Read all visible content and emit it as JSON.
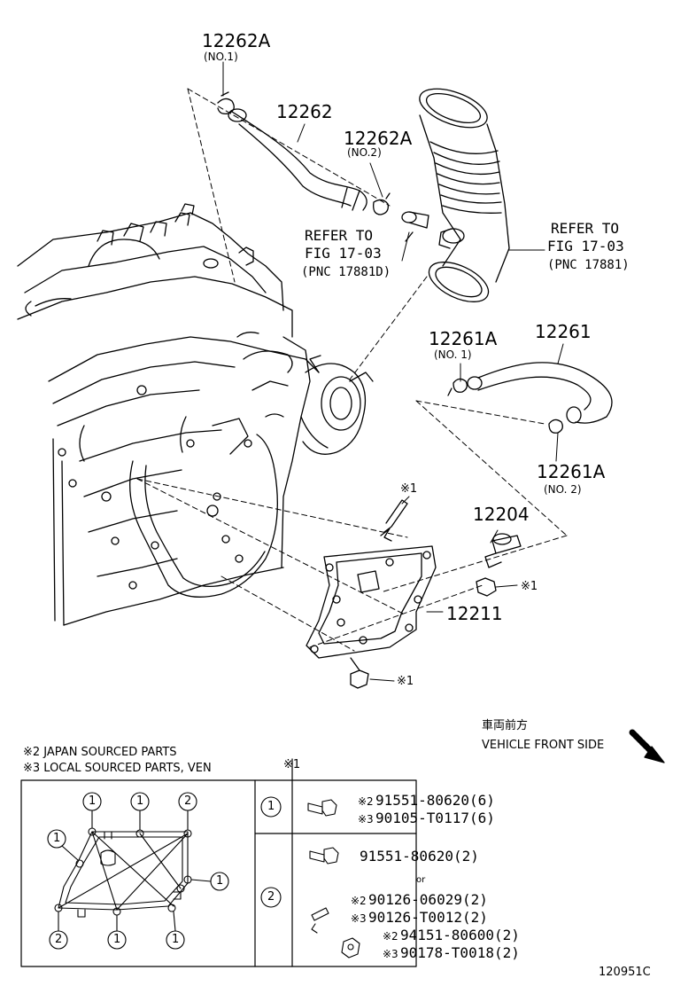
{
  "labels": {
    "p12262A_top": "12262A",
    "p12262A_top_sub": "(NO.1)",
    "p12262": "12262",
    "p12262A_mid": "12262A",
    "p12262A_mid_sub": "(NO.2)",
    "refer_left_1": "REFER TO",
    "refer_left_2": "FIG 17-03",
    "refer_left_3": "(PNC 17881D)",
    "refer_right_1": "REFER TO",
    "refer_right_2": "FIG 17-03",
    "refer_right_3": "(PNC 17881)",
    "p12261A_top": "12261A",
    "p12261A_top_sub": "(NO. 1)",
    "p12261": "12261",
    "p12261A_bot": "12261A",
    "p12261A_bot_sub": "(NO. 2)",
    "star1_stud": "※1",
    "p12204": "12204",
    "star1_nut": "※1",
    "p12211": "12211",
    "star1_bolt": "※1",
    "front_jp": "車両前方",
    "front_en": "VEHICLE FRONT SIDE",
    "note2": "※2 JAPAN SOURCED PARTS",
    "note3": "※3 LOCAL SOURCED PARTS, VEN",
    "table_star": "※1",
    "diagram_code": "120951C"
  },
  "table": {
    "row1_circle": "1",
    "row1_line1_mark": "※2",
    "row1_line1": "91551-80620(6)",
    "row1_line2_mark": "※3",
    "row1_line2": "90105-T0117(6)",
    "row2_circle": "2",
    "row2_line1": "91551-80620(2)",
    "row2_or": "or",
    "row2_line2_mark": "※2",
    "row2_line2": "90126-06029(2)",
    "row2_line3_mark": "※3",
    "row2_line3": "90126-T0012(2)",
    "row2_line4_mark": "※2",
    "row2_line4": "94151-80600(2)",
    "row2_line5_mark": "※3",
    "row2_line5": "90178-T0018(2)"
  },
  "gasket_callouts": {
    "c_top1": "1",
    "c_top2": "1",
    "c_top3": "2",
    "c_left": "1",
    "c_right": "1",
    "c_bl": "2",
    "c_bm": "1",
    "c_br": "1"
  }
}
